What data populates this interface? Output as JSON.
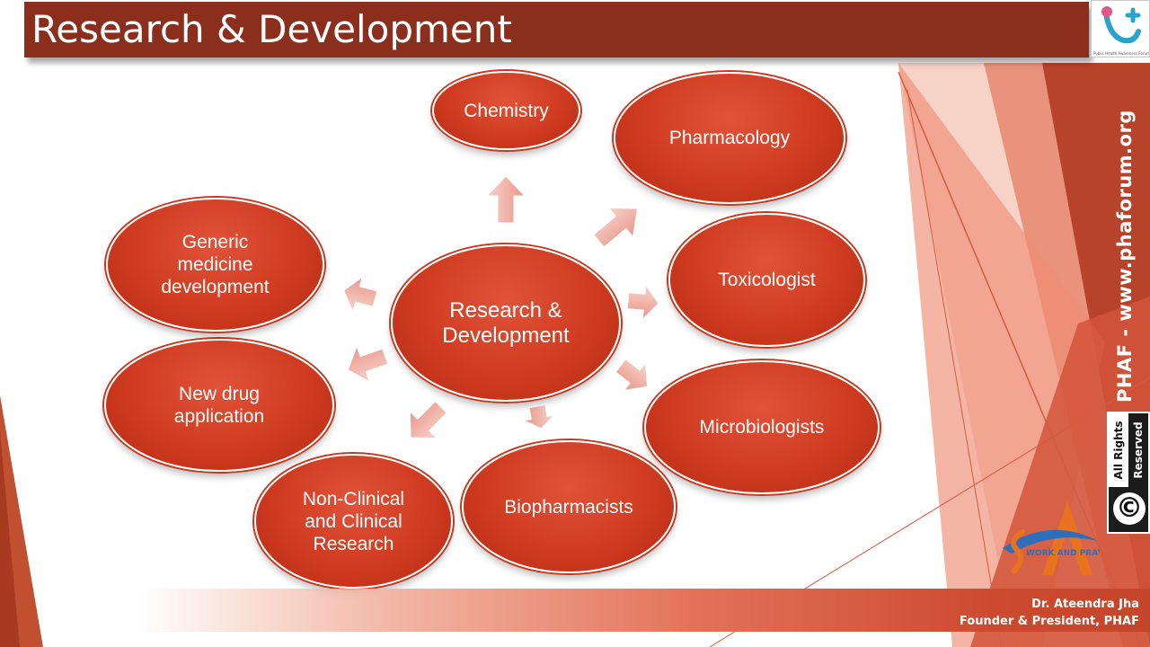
{
  "title": "Research & Development",
  "logo": {
    "caption": "Public Health Awareness Forum"
  },
  "side_url": "PHAF - www.phaforum.org",
  "rights": {
    "line1": "All Rights",
    "line2": "Reserved",
    "symbol": "©"
  },
  "diagram": {
    "center": [
      "Research &",
      "Development"
    ],
    "nodes": {
      "chemistry": [
        "Chemistry"
      ],
      "pharmacology": [
        "Pharmacology"
      ],
      "toxicologist": [
        "Toxicologist"
      ],
      "microbiologists": [
        "Microbiologists"
      ],
      "biopharmacists": [
        "Biopharmacists"
      ],
      "clinical": [
        "Non-Clinical",
        "and Clinical",
        "Research"
      ],
      "nda": [
        "New drug",
        "application"
      ],
      "generic": [
        "Generic",
        "medicine",
        "development"
      ]
    }
  },
  "emblem_text": "WORK AND PRAY",
  "author": {
    "name": "Dr. Ateendra Jha",
    "role": "Founder & President, PHAF"
  },
  "colors": {
    "title_bar": "#8b2e1c",
    "node_fill": "#cf3b20",
    "arrow_fill": "#f2b8ad",
    "accent": "#e05a3f"
  }
}
